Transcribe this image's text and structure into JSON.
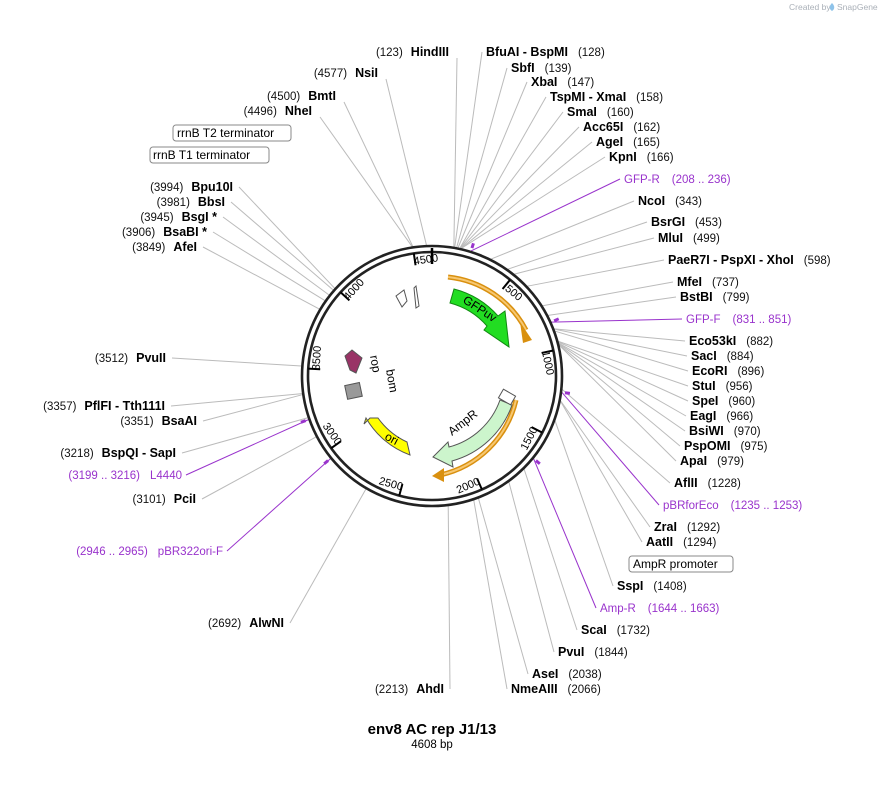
{
  "branding": {
    "created_by": "Created by",
    "product": "SnapGene"
  },
  "plasmid": {
    "name": "env8 AC rep J1/13",
    "size_label": "4608 bp",
    "length": 4608
  },
  "ticks": [
    {
      "pos": 500,
      "label": "500"
    },
    {
      "pos": 1000,
      "label": "1000"
    },
    {
      "pos": 1500,
      "label": "1500"
    },
    {
      "pos": 2000,
      "label": "2000"
    },
    {
      "pos": 2500,
      "label": "2500"
    },
    {
      "pos": 3000,
      "label": "3000"
    },
    {
      "pos": 3500,
      "label": "3500"
    },
    {
      "pos": 4000,
      "label": "4000"
    },
    {
      "pos": 4500,
      "label": "4500"
    }
  ],
  "enzymes_top": [
    {
      "pos": 123,
      "name": "HindIII",
      "label": "(123)"
    },
    {
      "pos": 4577,
      "name": "NsiI",
      "label": "(4577)"
    },
    {
      "pos": 4500,
      "name": "BmtI",
      "label": "(4500)"
    },
    {
      "pos": 4496,
      "name": "NheI",
      "label": "(4496)"
    }
  ],
  "enzymes_right": [
    {
      "pos": 128,
      "name": "BfuAI  -  BspMI",
      "label": "(128)"
    },
    {
      "pos": 139,
      "name": "SbfI",
      "label": "(139)"
    },
    {
      "pos": 147,
      "name": "XbaI",
      "label": "(147)"
    },
    {
      "pos": 158,
      "name": "TspMI  -  XmaI",
      "label": "(158)"
    },
    {
      "pos": 160,
      "name": "SmaI",
      "label": "(160)"
    },
    {
      "pos": 162,
      "name": "Acc65I",
      "label": "(162)"
    },
    {
      "pos": 165,
      "name": "AgeI",
      "label": "(165)"
    },
    {
      "pos": 166,
      "name": "KpnI",
      "label": "(166)"
    },
    {
      "pos": 343,
      "name": "NcoI",
      "label": "(343)"
    },
    {
      "pos": 453,
      "name": "BsrGI",
      "label": "(453)"
    },
    {
      "pos": 499,
      "name": "MluI",
      "label": "(499)"
    },
    {
      "pos": 598,
      "name": "PaeR7I  -  PspXI  -  XhoI",
      "label": "(598)"
    },
    {
      "pos": 737,
      "name": "MfeI",
      "label": "(737)"
    },
    {
      "pos": 799,
      "name": "BstBI",
      "label": "(799)"
    },
    {
      "pos": 882,
      "name": "Eco53kI",
      "label": "(882)"
    },
    {
      "pos": 884,
      "name": "SacI",
      "label": "(884)"
    },
    {
      "pos": 896,
      "name": "EcoRI",
      "label": "(896)"
    },
    {
      "pos": 956,
      "name": "StuI",
      "label": "(956)"
    },
    {
      "pos": 960,
      "name": "SpeI",
      "label": "(960)"
    },
    {
      "pos": 966,
      "name": "EagI",
      "label": "(966)"
    },
    {
      "pos": 970,
      "name": "BsiWI",
      "label": "(970)"
    },
    {
      "pos": 975,
      "name": "PspOMI",
      "label": "(975)"
    },
    {
      "pos": 979,
      "name": "ApaI",
      "label": "(979)"
    },
    {
      "pos": 1228,
      "name": "AflII",
      "label": "(1228)"
    },
    {
      "pos": 1292,
      "name": "ZraI",
      "label": "(1292)"
    },
    {
      "pos": 1294,
      "name": "AatII",
      "label": "(1294)"
    },
    {
      "pos": 1408,
      "name": "SspI",
      "label": "(1408)"
    },
    {
      "pos": 1732,
      "name": "ScaI",
      "label": "(1732)"
    },
    {
      "pos": 1844,
      "name": "PvuI",
      "label": "(1844)"
    },
    {
      "pos": 2038,
      "name": "AseI",
      "label": "(2038)"
    },
    {
      "pos": 2066,
      "name": "NmeAIII",
      "label": "(2066)"
    }
  ],
  "enzymes_left": [
    {
      "pos": 3994,
      "name": "Bpu10I",
      "label": "(3994)"
    },
    {
      "pos": 3981,
      "name": "BbsI",
      "label": "(3981)"
    },
    {
      "pos": 3945,
      "name": "BsgI *",
      "label": "(3945)"
    },
    {
      "pos": 3906,
      "name": "BsaBI *",
      "label": "(3906)"
    },
    {
      "pos": 3849,
      "name": "AfeI",
      "label": "(3849)"
    },
    {
      "pos": 3512,
      "name": "PvuII",
      "label": "(3512)"
    },
    {
      "pos": 3357,
      "name": "PflFI  -  Tth111I",
      "label": "(3357)"
    },
    {
      "pos": 3351,
      "name": "BsaAI",
      "label": "(3351)"
    },
    {
      "pos": 3218,
      "name": "BspQI  -  SapI",
      "label": "(3218)"
    },
    {
      "pos": 3101,
      "name": "PciI",
      "label": "(3101)"
    },
    {
      "pos": 2692,
      "name": "AlwNI",
      "label": "(2692)"
    },
    {
      "pos": 2213,
      "name": "AhdI",
      "label": "(2213)"
    }
  ],
  "primers": [
    {
      "pos": 222,
      "name": "GFP-R",
      "range": "(208 .. 236)"
    },
    {
      "pos": 841,
      "name": "GFP-F",
      "range": "(831 .. 851)"
    },
    {
      "pos": 1244,
      "name": "pBRforEco",
      "range": "(1235 .. 1253)"
    },
    {
      "pos": 1653,
      "name": "Amp-R",
      "range": "(1644 .. 1663)"
    },
    {
      "pos": 3207,
      "name": "L4440",
      "range": "(3199 .. 3216)"
    },
    {
      "pos": 2955,
      "name": "pBR322ori-F",
      "range": "(2946 .. 2965)"
    }
  ],
  "boxed_features": [
    {
      "name": "rrnB T2 terminator"
    },
    {
      "name": "rrnB T1 terminator"
    },
    {
      "name": "AmpR promoter"
    }
  ],
  "features": [
    {
      "name": "GFPuv",
      "color": "#22dd22"
    },
    {
      "name": "AmpR",
      "color": "#ccf5cc"
    },
    {
      "name": "ori",
      "color": "#ffff00"
    },
    {
      "name": "rop",
      "color": "#993366"
    },
    {
      "name": "bom",
      "color": "#999999"
    }
  ],
  "colors": {
    "primer": "#9933cc",
    "orf": "#f5a623",
    "backbone": "#222222"
  }
}
